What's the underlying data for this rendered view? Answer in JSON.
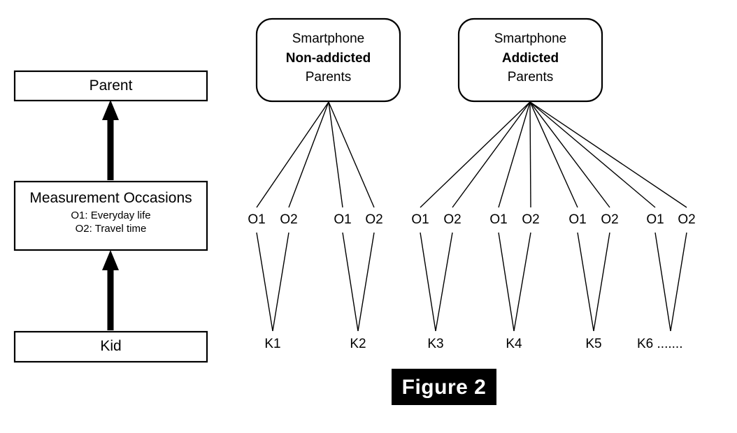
{
  "figure": {
    "caption": "Figure 2",
    "caption_bg": "#000000",
    "caption_fg": "#ffffff"
  },
  "legend_panel": {
    "levels": [
      {
        "id": "parent",
        "title": "Parent",
        "sublines": []
      },
      {
        "id": "measurement-occasions",
        "title": "Measurement Occasions",
        "sublines": [
          "O1: Everyday life",
          "O2: Travel time"
        ]
      },
      {
        "id": "kid",
        "title": "Kid",
        "sublines": []
      }
    ]
  },
  "tree": {
    "groups": [
      {
        "id": "non-addicted",
        "line1": "Smartphone",
        "line2": "Non-addicted",
        "line3": "Parents",
        "children": [
          "K1",
          "K2"
        ]
      },
      {
        "id": "addicted",
        "line1": "Smartphone",
        "line2": "Addicted",
        "line3": "Parents",
        "children": [
          "K3",
          "K4",
          "K5",
          "K6 ......."
        ]
      }
    ],
    "occasion_labels": [
      "O1",
      "O2"
    ],
    "occasion_pairs": [
      {
        "kid": "K1",
        "labels": [
          "O1",
          "O2"
        ]
      },
      {
        "kid": "K2",
        "labels": [
          "O1",
          "O2"
        ]
      },
      {
        "kid": "K3",
        "labels": [
          "O1",
          "O2"
        ]
      },
      {
        "kid": "K4",
        "labels": [
          "O1",
          "O2"
        ]
      },
      {
        "kid": "K5",
        "labels": [
          "O1",
          "O2"
        ]
      },
      {
        "kid": "K6 .......",
        "labels": [
          "O1",
          "O2"
        ]
      }
    ],
    "kid_labels": [
      "K1",
      "K2",
      "K3",
      "K4",
      "K5",
      "K6 ......."
    ]
  },
  "colors": {
    "stroke": "#000000",
    "fill": "#ffffff",
    "accent": "#000000"
  }
}
